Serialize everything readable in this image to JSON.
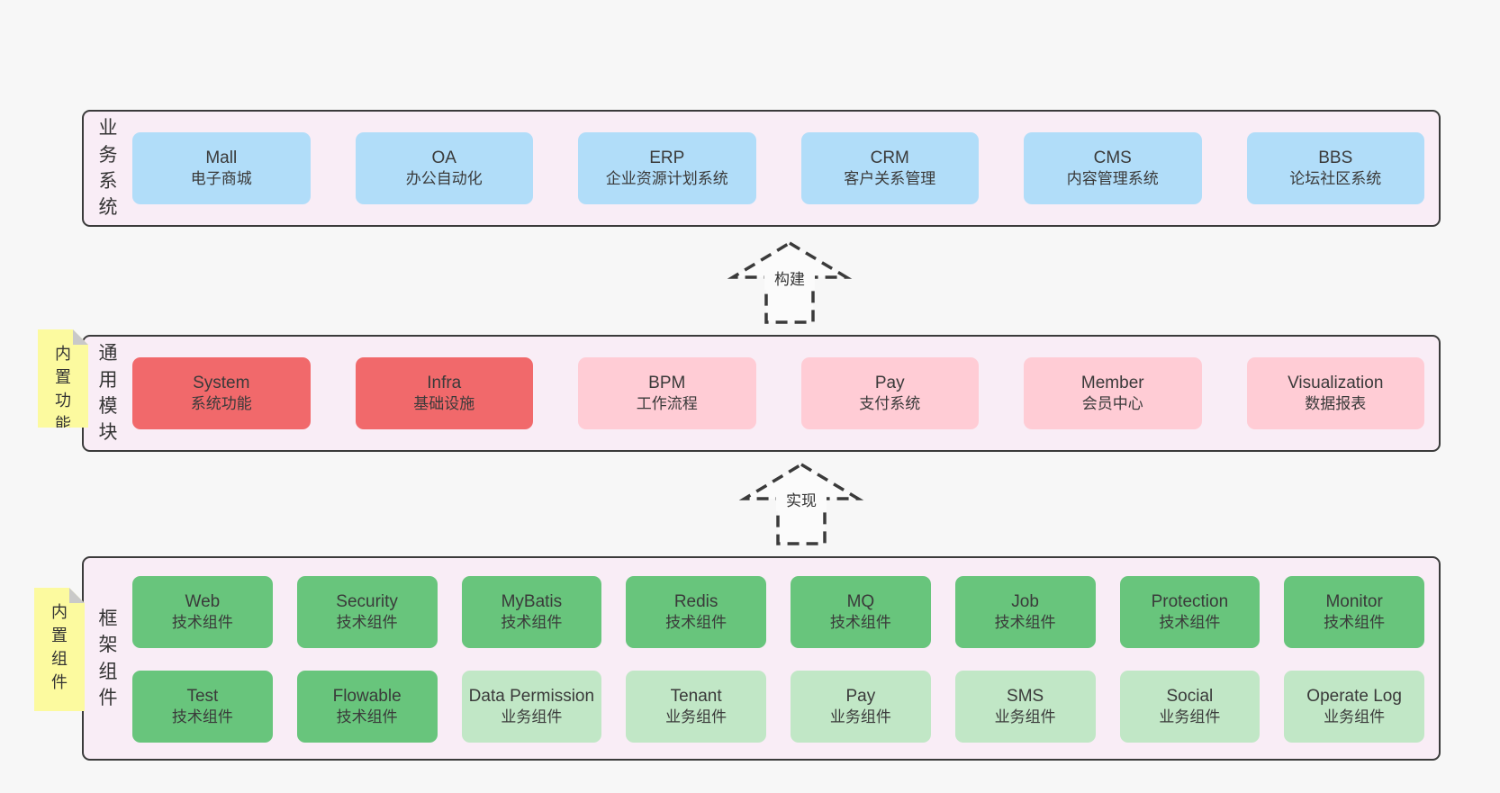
{
  "colors": {
    "page_bg": "#f7f7f7",
    "layer_bg": "#f9edf6",
    "layer_border": "#3b3b3b",
    "business_box": "#b1ddf9",
    "core_module_box": "#f1696b",
    "module_box": "#ffccd5",
    "tech_component_box": "#68c57c",
    "biz_component_box": "#c1e7c6",
    "note_bg": "#fcfa9f",
    "note_fold": "#c9c9c9",
    "text": "#333333"
  },
  "arrows": [
    {
      "label": "构建"
    },
    {
      "label": "实现"
    }
  ],
  "layers": [
    {
      "label": "业务系统",
      "boxes": [
        {
          "name": "Mall",
          "desc": "电子商城"
        },
        {
          "name": "OA",
          "desc": "办公自动化"
        },
        {
          "name": "ERP",
          "desc": "企业资源计划系统"
        },
        {
          "name": "CRM",
          "desc": "客户关系管理"
        },
        {
          "name": "CMS",
          "desc": "内容管理系统"
        },
        {
          "name": "BBS",
          "desc": "论坛社区系统"
        }
      ]
    },
    {
      "label": "通用模块",
      "note": "内置功能",
      "boxes": [
        {
          "name": "System",
          "desc": "系统功能"
        },
        {
          "name": "Infra",
          "desc": "基础设施"
        },
        {
          "name": "BPM",
          "desc": "工作流程"
        },
        {
          "name": "Pay",
          "desc": "支付系统"
        },
        {
          "name": "Member",
          "desc": "会员中心"
        },
        {
          "name": "Visualization",
          "desc": "数据报表"
        }
      ]
    },
    {
      "label": "框架组件",
      "note": "内置组件",
      "rows": [
        [
          {
            "name": "Web",
            "desc": "技术组件"
          },
          {
            "name": "Security",
            "desc": "技术组件"
          },
          {
            "name": "MyBatis",
            "desc": "技术组件"
          },
          {
            "name": "Redis",
            "desc": "技术组件"
          },
          {
            "name": "MQ",
            "desc": "技术组件"
          },
          {
            "name": "Job",
            "desc": "技术组件"
          },
          {
            "name": "Protection",
            "desc": "技术组件"
          },
          {
            "name": "Monitor",
            "desc": "技术组件"
          }
        ],
        [
          {
            "name": "Test",
            "desc": "技术组件"
          },
          {
            "name": "Flowable",
            "desc": "技术组件"
          },
          {
            "name": "Data Permission",
            "desc": "业务组件"
          },
          {
            "name": "Tenant",
            "desc": "业务组件"
          },
          {
            "name": "Pay",
            "desc": "业务组件"
          },
          {
            "name": "SMS",
            "desc": "业务组件"
          },
          {
            "name": "Social",
            "desc": "业务组件"
          },
          {
            "name": "Operate Log",
            "desc": "业务组件"
          }
        ]
      ]
    }
  ]
}
